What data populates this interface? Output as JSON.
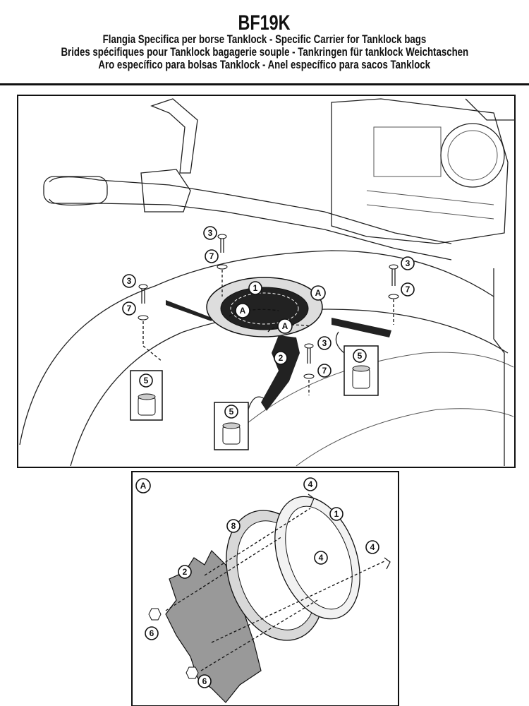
{
  "header": {
    "title": "BF19K",
    "lines": [
      "Flangia Specifica per borse Tanklock - Specific Carrier for Tanklock bags",
      "Brides spécifiques pour Tanklock bagagerie souple - Tankringen für tanklock Weichtaschen",
      "Aro específico para bolsas Tanklock - Anel específico para sacos Tanklock"
    ]
  },
  "main_view": {
    "callouts": [
      "3",
      "7",
      "3",
      "7",
      "1",
      "A",
      "A",
      "A",
      "2",
      "3",
      "7",
      "5",
      "5",
      "5",
      "3",
      "7"
    ]
  },
  "detail_view": {
    "label": "A",
    "callouts": [
      "4",
      "1",
      "8",
      "2",
      "4",
      "4",
      "6",
      "6"
    ]
  }
}
